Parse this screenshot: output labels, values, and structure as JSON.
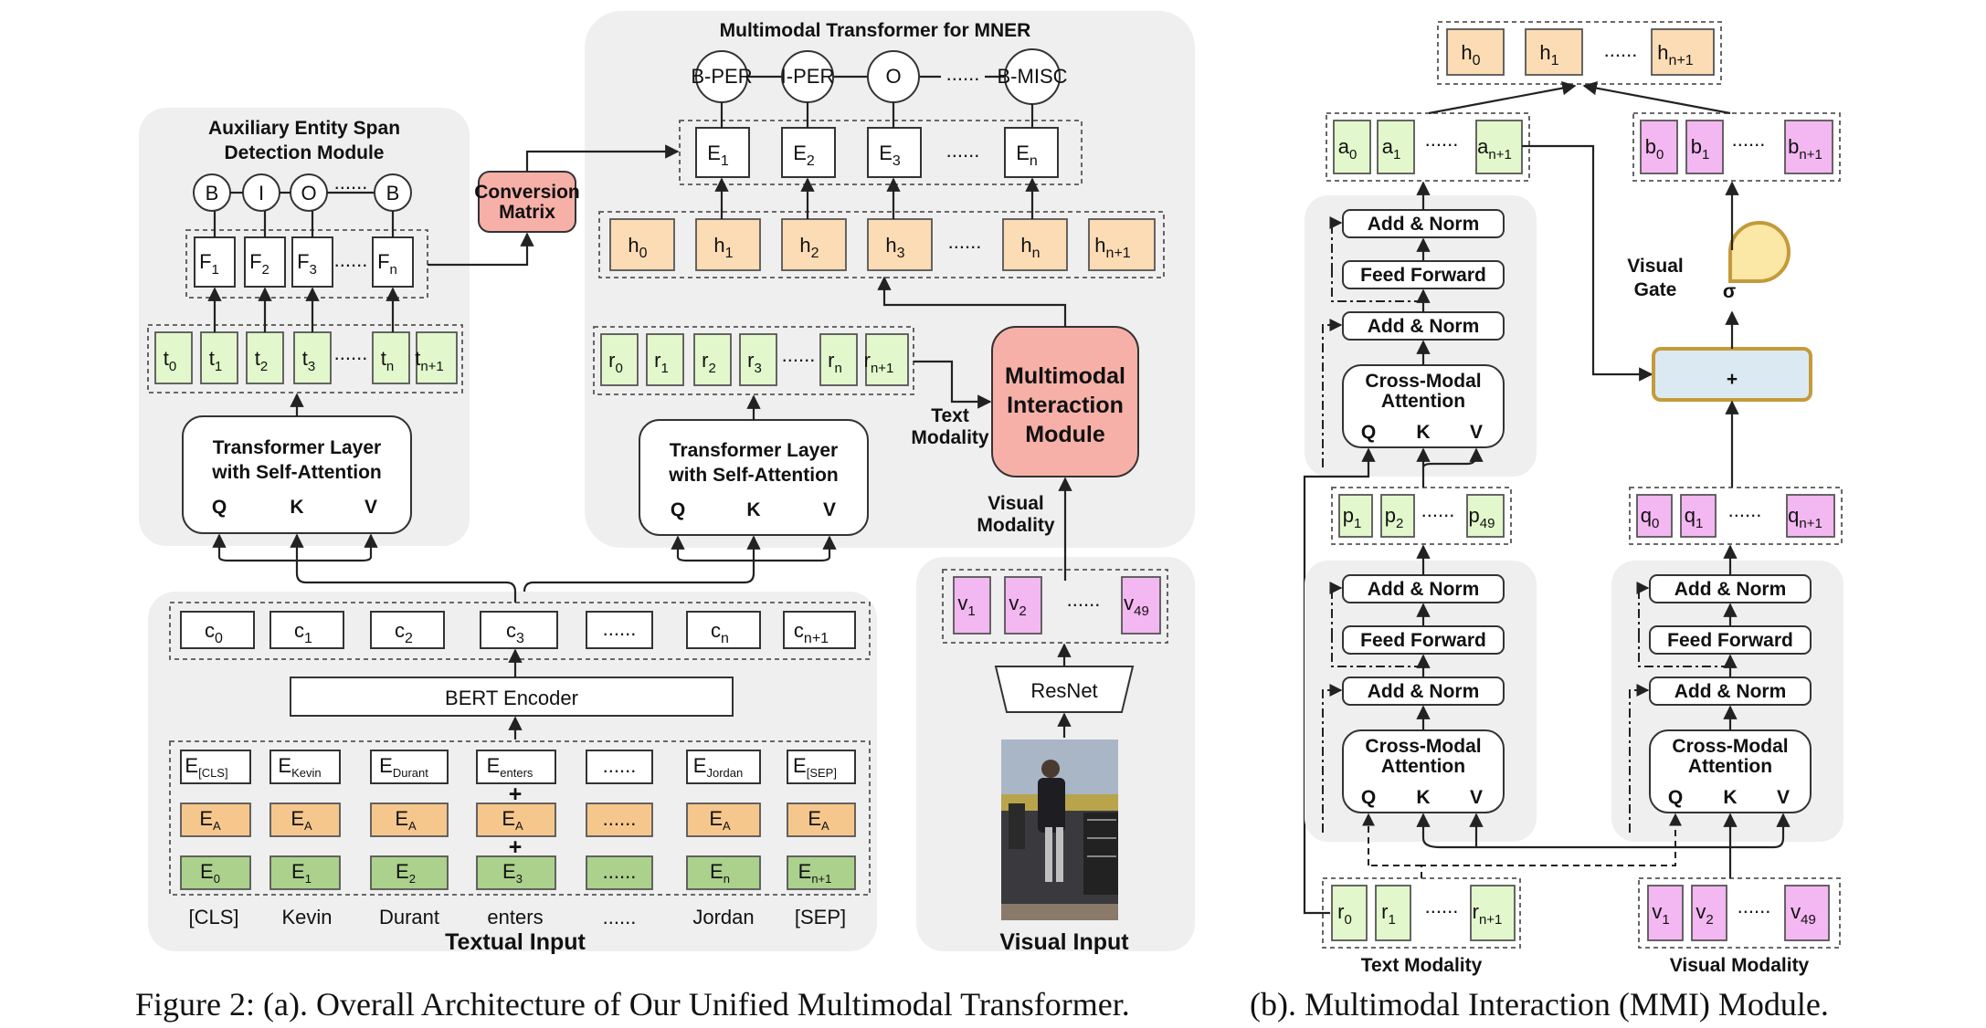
{
  "left_panel": {
    "aux_title": [
      "Auxiliary Entity Span",
      "Detection Module"
    ],
    "aux_tags": [
      "B",
      "I",
      "O",
      "......",
      "B"
    ],
    "conversion": [
      "Conversion",
      "Matrix"
    ],
    "mm_title": "Multimodal Transformer for MNER",
    "mner_tags": [
      "B-PER",
      "I-PER",
      "O",
      "......",
      "B-MISC"
    ],
    "transformer_layer": [
      "Transformer Layer",
      "with Self-Attention"
    ],
    "qkv": [
      "Q",
      "K",
      "V"
    ],
    "mmi": [
      "Multimodal",
      "Interaction",
      "Module"
    ],
    "text_modality": [
      "Text",
      "Modality"
    ],
    "visual_modality": [
      "Visual",
      "Modality"
    ],
    "bert": "BERT Encoder",
    "resnet": "ResNet",
    "tokens": [
      "[CLS]",
      "Kevin",
      "Durant",
      "enters",
      "......",
      "Jordan",
      "[SEP]"
    ],
    "textual_input": "Textual Input",
    "visual_input": "Visual Input",
    "dots": "......"
  },
  "right_panel": {
    "add_norm": "Add & Norm",
    "feed_forward": "Feed Forward",
    "cross_modal": [
      "Cross-Modal",
      "Attention"
    ],
    "qkv": [
      "Q",
      "K",
      "V"
    ],
    "visual_gate": [
      "Visual",
      "Gate"
    ],
    "sigma": "σ",
    "plus": "+",
    "text_modality": "Text Modality",
    "visual_modality": "Visual Modality",
    "dots": "......"
  },
  "caption": {
    "left": "Figure 2: (a). Overall Architecture of Our Unified Multimodal Transformer.",
    "right": "(b). Multimodal Interaction (MMI) Module."
  },
  "colors": {
    "panel": "#efefef",
    "hidden_state": "#fbdcb4",
    "text_feature": "#e2f8cc",
    "visual_feature": "#f3b7f1",
    "segment_embedding": "#f6c78d",
    "position_embedding": "#abd18d",
    "mmi_module": "#f7b0a8",
    "gate_border": "#c49a3a"
  }
}
